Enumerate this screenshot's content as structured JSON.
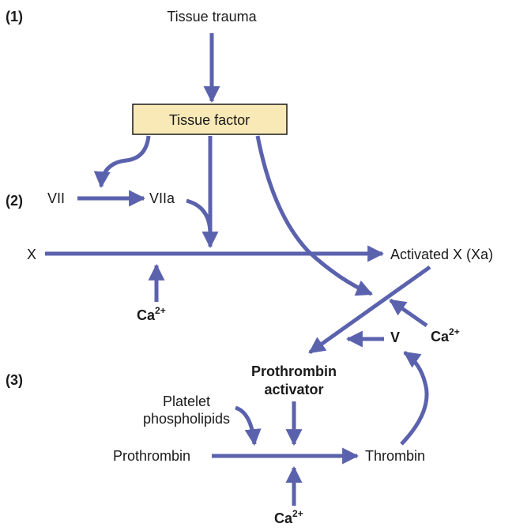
{
  "steps": {
    "s1": "(1)",
    "s2": "(2)",
    "s3": "(3)"
  },
  "labels": {
    "tissue_trauma": "Tissue trauma",
    "tissue_factor": "Tissue factor",
    "vii": "VII",
    "viia": "VIIa",
    "x": "X",
    "activated_x": "Activated X (Xa)",
    "v": "V",
    "prothrombin_activator_line1": "Prothrombin",
    "prothrombin_activator_line2": "activator",
    "platelet_line1": "Platelet",
    "platelet_line2": "phospholipids",
    "prothrombin": "Prothrombin",
    "thrombin": "Thrombin"
  },
  "calcium": {
    "base": "Ca",
    "charge": "2+"
  },
  "colors": {
    "arrow": "#5b62ad",
    "box_fill": "#f9e9b6",
    "box_stroke": "#1a1a1a",
    "text": "#1a1a1a"
  }
}
